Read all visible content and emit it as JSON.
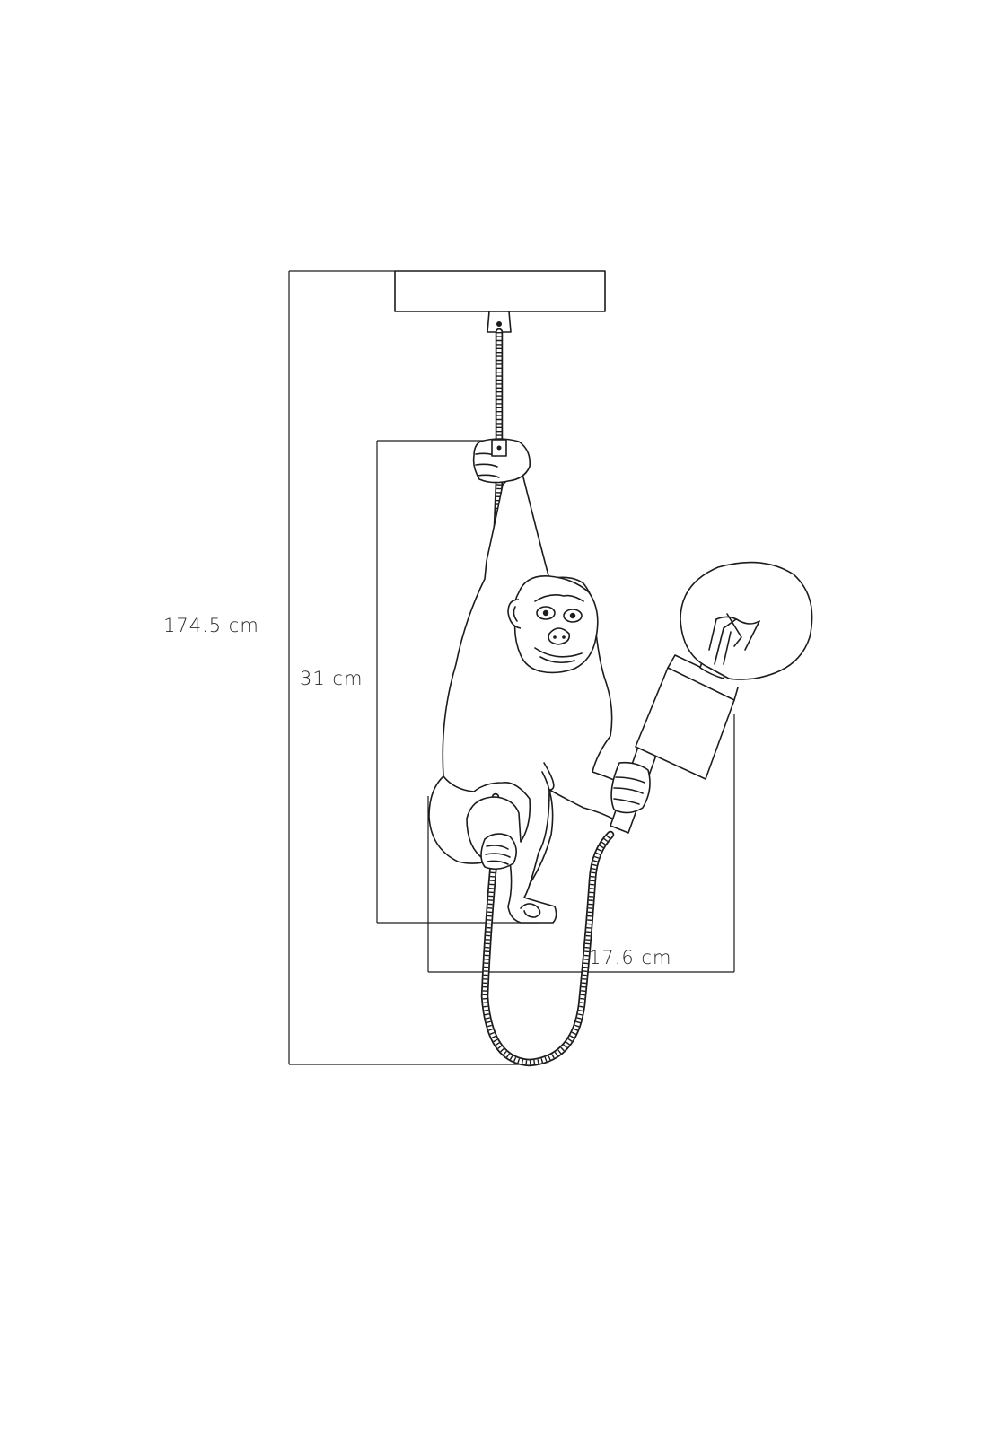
{
  "diagram": {
    "dimensions": {
      "total_height": "174.5 cm",
      "body_height": "31 cm",
      "width": "17.6 cm"
    },
    "colors": {
      "line": "#1c1c1c",
      "background": "#ffffff"
    }
  }
}
